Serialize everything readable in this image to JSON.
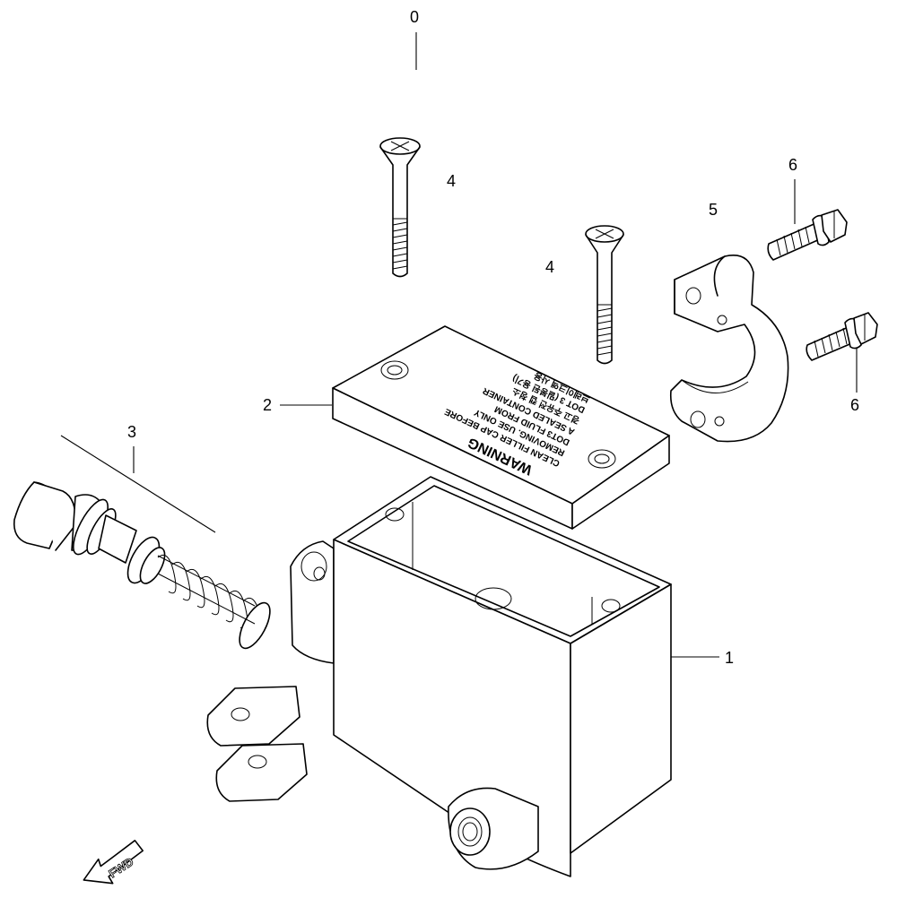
{
  "callouts": [
    {
      "id": "0",
      "label": "0"
    },
    {
      "id": "4a",
      "label": "4"
    },
    {
      "id": "4b",
      "label": "4"
    },
    {
      "id": "5",
      "label": "5"
    },
    {
      "id": "6a",
      "label": "6"
    },
    {
      "id": "6b",
      "label": "6"
    },
    {
      "id": "2",
      "label": "2"
    },
    {
      "id": "3",
      "label": "3"
    },
    {
      "id": "1",
      "label": "1"
    }
  ],
  "plate_text": {
    "line1": "WARNING",
    "line2": "CLEAN FILLER CAP BEFORE",
    "line3": "REMOVING. USE ONLY",
    "line4": "DOT3 FLUID FROM",
    "line5": "A SEALED CONTAINER",
    "line6": "경고  주유전 캡 청소",
    "line7": "DOT 3 (밀봉된 용기)",
    "line8": "브레이크액 사용"
  },
  "fwd_label": "FWD"
}
